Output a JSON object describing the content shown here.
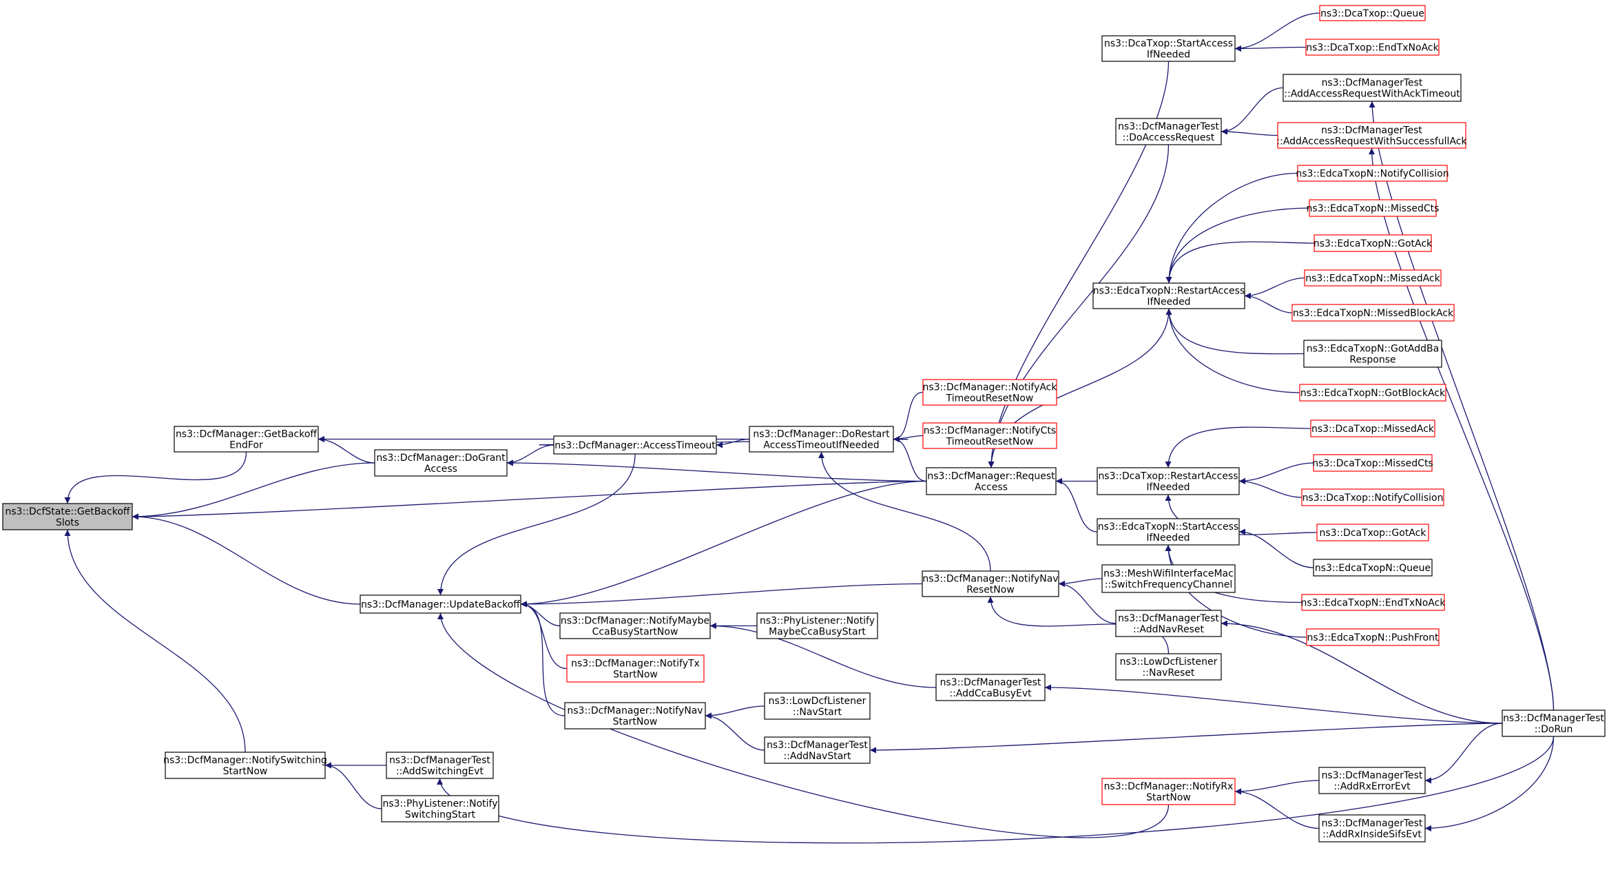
{
  "colors": {
    "edge": "#191970",
    "node_border": "#000000",
    "node_border_red": "#ff0000",
    "root_fill": "#bfbfbf",
    "node_fill": "#ffffff"
  },
  "nodes": [
    {
      "id": "root",
      "lines": [
        "ns3::DcfState::GetBackoff",
        "Slots"
      ],
      "style": "root"
    },
    {
      "id": "getBackoffEndFor",
      "lines": [
        "ns3::DcfManager::GetBackoff",
        "EndFor"
      ]
    },
    {
      "id": "updateBackoff",
      "lines": [
        "ns3::DcfManager::UpdateBackoff"
      ]
    },
    {
      "id": "notifySwitchingStartNow",
      "lines": [
        "ns3::DcfManager::NotifySwitching",
        "StartNow"
      ]
    },
    {
      "id": "doGrantAccess",
      "lines": [
        "ns3::DcfManager::DoGrant",
        "Access"
      ]
    },
    {
      "id": "accessTimeout",
      "lines": [
        "ns3::DcfManager::AccessTimeout"
      ]
    },
    {
      "id": "doRestartAccess",
      "lines": [
        "ns3::DcfManager::DoRestart",
        "AccessTimeoutIfNeeded"
      ]
    },
    {
      "id": "requestAccess",
      "lines": [
        "ns3::DcfManager::Request",
        "Access"
      ]
    },
    {
      "id": "notifyAckTimeoutReset",
      "lines": [
        "ns3::DcfManager::NotifyAck",
        "TimeoutResetNow"
      ],
      "style": "red"
    },
    {
      "id": "notifyCtsTimeoutReset",
      "lines": [
        "ns3::DcfManager::NotifyCts",
        "TimeoutResetNow"
      ],
      "style": "red"
    },
    {
      "id": "notifyMaybeCca",
      "lines": [
        "ns3::DcfManager::NotifyMaybe",
        "CcaBusyStartNow"
      ]
    },
    {
      "id": "notifyTxStartNow",
      "lines": [
        "ns3::DcfManager::NotifyTx",
        "StartNow"
      ],
      "style": "red"
    },
    {
      "id": "notifyNavStartNow",
      "lines": [
        "ns3::DcfManager::NotifyNav",
        "StartNow"
      ]
    },
    {
      "id": "notifyNavResetNow",
      "lines": [
        "ns3::DcfManager::NotifyNav",
        "ResetNow"
      ]
    },
    {
      "id": "addSwitchingEvt",
      "lines": [
        "ns3::DcfManagerTest",
        "::AddSwitchingEvt"
      ]
    },
    {
      "id": "phyNotifySwitching",
      "lines": [
        "ns3::PhyListener::Notify",
        "SwitchingStart"
      ]
    },
    {
      "id": "phyNotifyMaybeCca",
      "lines": [
        "ns3::PhyListener::Notify",
        "MaybeCcaBusyStart"
      ]
    },
    {
      "id": "addCcaBusyEvt",
      "lines": [
        "ns3::DcfManagerTest",
        "::AddCcaBusyEvt"
      ]
    },
    {
      "id": "lowNavStart",
      "lines": [
        "ns3::LowDcfListener",
        "::NavStart"
      ]
    },
    {
      "id": "addNavStart",
      "lines": [
        "ns3::DcfManagerTest",
        "::AddNavStart"
      ]
    },
    {
      "id": "notifyRxStartNow",
      "lines": [
        "ns3::DcfManager::NotifyRx",
        "StartNow"
      ],
      "style": "red"
    },
    {
      "id": "meshSwitchFreq",
      "lines": [
        "ns3::MeshWifiInterfaceMac",
        "::SwitchFrequencyChannel"
      ]
    },
    {
      "id": "addNavReset",
      "lines": [
        "ns3::DcfManagerTest",
        "::AddNavReset"
      ]
    },
    {
      "id": "lowNavReset",
      "lines": [
        "ns3::LowDcfListener",
        "::NavReset"
      ]
    },
    {
      "id": "dcaStartAccess",
      "lines": [
        "ns3::DcaTxop::StartAccess",
        "IfNeeded"
      ]
    },
    {
      "id": "doAccessRequest",
      "lines": [
        "ns3::DcfManagerTest",
        "::DoAccessRequest"
      ]
    },
    {
      "id": "edcaRestartAccess",
      "lines": [
        "ns3::EdcaTxopN::RestartAccess",
        "IfNeeded"
      ]
    },
    {
      "id": "dcaRestartAccess",
      "lines": [
        "ns3::DcaTxop::RestartAccess",
        "IfNeeded"
      ]
    },
    {
      "id": "edcaStartAccess",
      "lines": [
        "ns3::EdcaTxopN::StartAccess",
        "IfNeeded"
      ]
    },
    {
      "id": "addRxErrorEvt",
      "lines": [
        "ns3::DcfManagerTest",
        "::AddRxErrorEvt"
      ]
    },
    {
      "id": "addRxInsideSifsEvt",
      "lines": [
        "ns3::DcfManagerTest",
        "::AddRxInsideSifsEvt"
      ]
    },
    {
      "id": "dcaQueue",
      "lines": [
        "ns3::DcaTxop::Queue"
      ],
      "style": "red"
    },
    {
      "id": "dcaEndTxNoAck",
      "lines": [
        "ns3::DcaTxop::EndTxNoAck"
      ],
      "style": "red"
    },
    {
      "id": "addAccessReqAckTimeout",
      "lines": [
        "ns3::DcfManagerTest",
        "::AddAccessRequestWithAckTimeout"
      ]
    },
    {
      "id": "addAccessReqSuccessfullAck",
      "lines": [
        "ns3::DcfManagerTest",
        "::AddAccessRequestWithSuccessfullAck"
      ],
      "style": "red"
    },
    {
      "id": "edcaNotifyCollision",
      "lines": [
        "ns3::EdcaTxopN::NotifyCollision"
      ],
      "style": "red"
    },
    {
      "id": "edcaMissedCts",
      "lines": [
        "ns3::EdcaTxopN::MissedCts"
      ],
      "style": "red"
    },
    {
      "id": "edcaGotAck",
      "lines": [
        "ns3::EdcaTxopN::GotAck"
      ],
      "style": "red"
    },
    {
      "id": "edcaMissedAck",
      "lines": [
        "ns3::EdcaTxopN::MissedAck"
      ],
      "style": "red"
    },
    {
      "id": "edcaMissedBlockAck",
      "lines": [
        "ns3::EdcaTxopN::MissedBlockAck"
      ],
      "style": "red"
    },
    {
      "id": "edcaGotAddBaResponse",
      "lines": [
        "ns3::EdcaTxopN::GotAddBa",
        "Response"
      ]
    },
    {
      "id": "edcaGotBlockAck",
      "lines": [
        "ns3::EdcaTxopN::GotBlockAck"
      ],
      "style": "red"
    },
    {
      "id": "dcaMissedAck",
      "lines": [
        "ns3::DcaTxop::MissedAck"
      ],
      "style": "red"
    },
    {
      "id": "dcaMissedCts",
      "lines": [
        "ns3::DcaTxop::MissedCts"
      ],
      "style": "red"
    },
    {
      "id": "dcaNotifyCollision",
      "lines": [
        "ns3::DcaTxop::NotifyCollision"
      ],
      "style": "red"
    },
    {
      "id": "dcaGotAck",
      "lines": [
        "ns3::DcaTxop::GotAck"
      ],
      "style": "red"
    },
    {
      "id": "edcaQueue",
      "lines": [
        "ns3::EdcaTxopN::Queue"
      ]
    },
    {
      "id": "edcaEndTxNoAck",
      "lines": [
        "ns3::EdcaTxopN::EndTxNoAck"
      ],
      "style": "red"
    },
    {
      "id": "edcaPushFront",
      "lines": [
        "ns3::EdcaTxopN::PushFront"
      ],
      "style": "red"
    },
    {
      "id": "doRun",
      "lines": [
        "ns3::DcfManagerTest",
        "::DoRun"
      ]
    }
  ],
  "edges": [
    [
      "getBackoffEndFor",
      "root"
    ],
    [
      "doGrantAccess",
      "root"
    ],
    [
      "requestAccess",
      "root"
    ],
    [
      "updateBackoff",
      "root"
    ],
    [
      "notifySwitchingStartNow",
      "root"
    ],
    [
      "doRestartAccess",
      "getBackoffEndFor"
    ],
    [
      "doGrantAccess",
      "getBackoffEndFor"
    ],
    [
      "accessTimeout",
      "doGrantAccess"
    ],
    [
      "requestAccess",
      "doGrantAccess"
    ],
    [
      "doRestartAccess",
      "accessTimeout"
    ],
    [
      "accessTimeout",
      "doRestartAccess"
    ],
    [
      "notifyAckTimeoutReset",
      "doRestartAccess"
    ],
    [
      "notifyCtsTimeoutReset",
      "doRestartAccess"
    ],
    [
      "requestAccess",
      "doRestartAccess"
    ],
    [
      "notifyNavResetNow",
      "doRestartAccess"
    ],
    [
      "accessTimeout",
      "updateBackoff"
    ],
    [
      "requestAccess",
      "updateBackoff"
    ],
    [
      "notifyNavResetNow",
      "updateBackoff"
    ],
    [
      "notifyMaybeCca",
      "updateBackoff"
    ],
    [
      "notifyTxStartNow",
      "updateBackoff"
    ],
    [
      "notifyNavStartNow",
      "updateBackoff"
    ],
    [
      "notifyRxStartNow",
      "updateBackoff"
    ],
    [
      "addSwitchingEvt",
      "notifySwitchingStartNow"
    ],
    [
      "phyNotifySwitching",
      "notifySwitchingStartNow"
    ],
    [
      "phyNotifyMaybeCca",
      "notifyMaybeCca"
    ],
    [
      "addCcaBusyEvt",
      "notifyMaybeCca"
    ],
    [
      "lowNavStart",
      "notifyNavStartNow"
    ],
    [
      "addNavStart",
      "notifyNavStartNow"
    ],
    [
      "meshSwitchFreq",
      "notifyNavResetNow"
    ],
    [
      "addNavReset",
      "notifyNavResetNow"
    ],
    [
      "lowNavReset",
      "notifyNavResetNow"
    ],
    [
      "dcaStartAccess",
      "requestAccess"
    ],
    [
      "doAccessRequest",
      "requestAccess"
    ],
    [
      "edcaRestartAccess",
      "requestAccess"
    ],
    [
      "dcaRestartAccess",
      "requestAccess"
    ],
    [
      "edcaStartAccess",
      "requestAccess"
    ],
    [
      "dcaQueue",
      "dcaStartAccess"
    ],
    [
      "dcaEndTxNoAck",
      "dcaStartAccess"
    ],
    [
      "addAccessReqAckTimeout",
      "doAccessRequest"
    ],
    [
      "addAccessReqSuccessfullAck",
      "doAccessRequest"
    ],
    [
      "edcaNotifyCollision",
      "edcaRestartAccess"
    ],
    [
      "edcaMissedCts",
      "edcaRestartAccess"
    ],
    [
      "edcaGotAck",
      "edcaRestartAccess"
    ],
    [
      "edcaMissedAck",
      "edcaRestartAccess"
    ],
    [
      "edcaMissedBlockAck",
      "edcaRestartAccess"
    ],
    [
      "edcaGotAddBaResponse",
      "edcaRestartAccess"
    ],
    [
      "edcaGotBlockAck",
      "edcaRestartAccess"
    ],
    [
      "dcaMissedAck",
      "dcaRestartAccess"
    ],
    [
      "dcaMissedCts",
      "dcaRestartAccess"
    ],
    [
      "dcaNotifyCollision",
      "dcaRestartAccess"
    ],
    [
      "dcaGotAck",
      "dcaRestartAccess"
    ],
    [
      "edcaQueue",
      "edcaStartAccess"
    ],
    [
      "edcaEndTxNoAck",
      "edcaStartAccess"
    ],
    [
      "edcaPushFront",
      "edcaStartAccess"
    ],
    [
      "addRxErrorEvt",
      "notifyRxStartNow"
    ],
    [
      "addRxInsideSifsEvt",
      "notifyRxStartNow"
    ],
    [
      "doRun",
      "addAccessReqAckTimeout"
    ],
    [
      "doRun",
      "addAccessReqSuccessfullAck"
    ],
    [
      "doRun",
      "addNavReset"
    ],
    [
      "doRun",
      "addCcaBusyEvt"
    ],
    [
      "doRun",
      "addNavStart"
    ],
    [
      "doRun",
      "addRxErrorEvt"
    ],
    [
      "doRun",
      "addRxInsideSifsEvt"
    ],
    [
      "doRun",
      "addSwitchingEvt"
    ]
  ]
}
